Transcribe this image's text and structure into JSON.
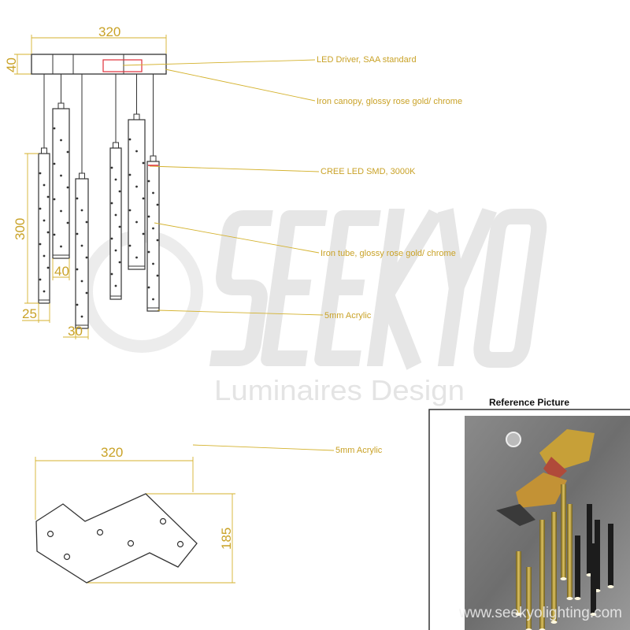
{
  "watermark": {
    "brand": "SEEKYO",
    "tagline": "Luminaires Design",
    "url": "www.seekyolighting.com"
  },
  "front_view": {
    "dimensions": {
      "canopy_width": "320",
      "canopy_height": "40",
      "tube_length": "300",
      "tube_spacing": "40",
      "tube_small_diameter": "25",
      "tube_large_diameter": "30"
    },
    "callouts": [
      "LED Driver, SAA standard",
      "Iron canopy, glossy rose gold/ chrome",
      "CREE LED SMD, 3000K",
      "Iron tube, glossy rose gold/ chrome",
      "5mm Acrylic"
    ]
  },
  "top_view": {
    "dimensions": {
      "width": "320",
      "depth": "185"
    },
    "callout": "5mm Acrylic"
  },
  "reference": {
    "title": "Reference Picture"
  },
  "colors": {
    "dimension": "#c9a227",
    "highlight": "#e0303a",
    "outline": "#333333"
  }
}
